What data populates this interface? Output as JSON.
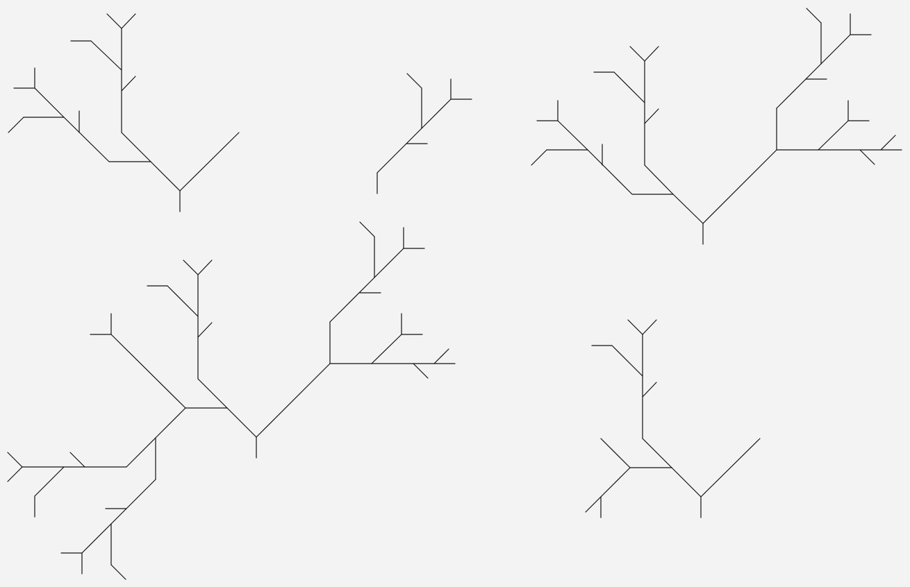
{
  "page": {
    "background_color": "#f3f3f3",
    "stroke_color": "#111111"
  },
  "figures": [
    {
      "name": "branching-figure-top-left"
    },
    {
      "name": "branching-figure-small-top-center"
    },
    {
      "name": "branching-figure-top-right"
    },
    {
      "name": "branching-figure-large-bottom-left"
    },
    {
      "name": "branching-figure-bottom-right"
    }
  ]
}
